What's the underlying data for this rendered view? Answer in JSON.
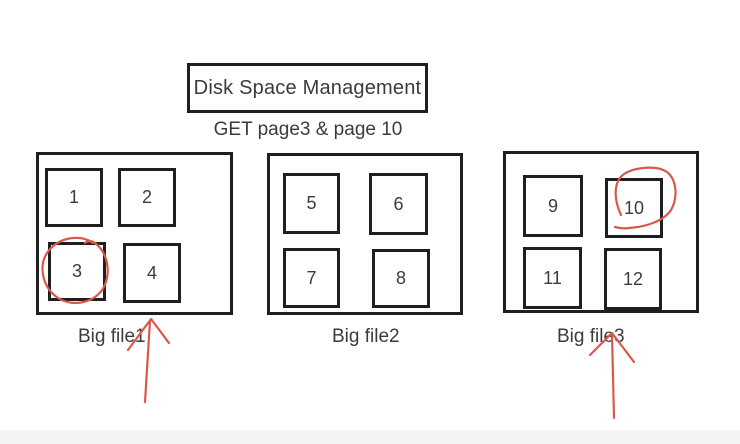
{
  "title": "Disk Space Management",
  "subtitle": "GET page3 & page 10",
  "files": [
    {
      "label": "Big file1",
      "pages": [
        "1",
        "2",
        "3",
        "4"
      ]
    },
    {
      "label": "Big file2",
      "pages": [
        "5",
        "6",
        "7",
        "8"
      ]
    },
    {
      "label": "Big file3",
      "pages": [
        "9",
        "10",
        "11",
        "12"
      ]
    }
  ],
  "annotations": {
    "ink": "#d8594c",
    "circled_pages": [
      "3",
      "10"
    ],
    "arrow_targets": [
      "Big file1",
      "Big file3"
    ]
  },
  "colors": {
    "line": "#1f1f1f",
    "text": "#3b3b3b",
    "background": "#ffffff",
    "bottom_bar": "#f4f4f5"
  }
}
